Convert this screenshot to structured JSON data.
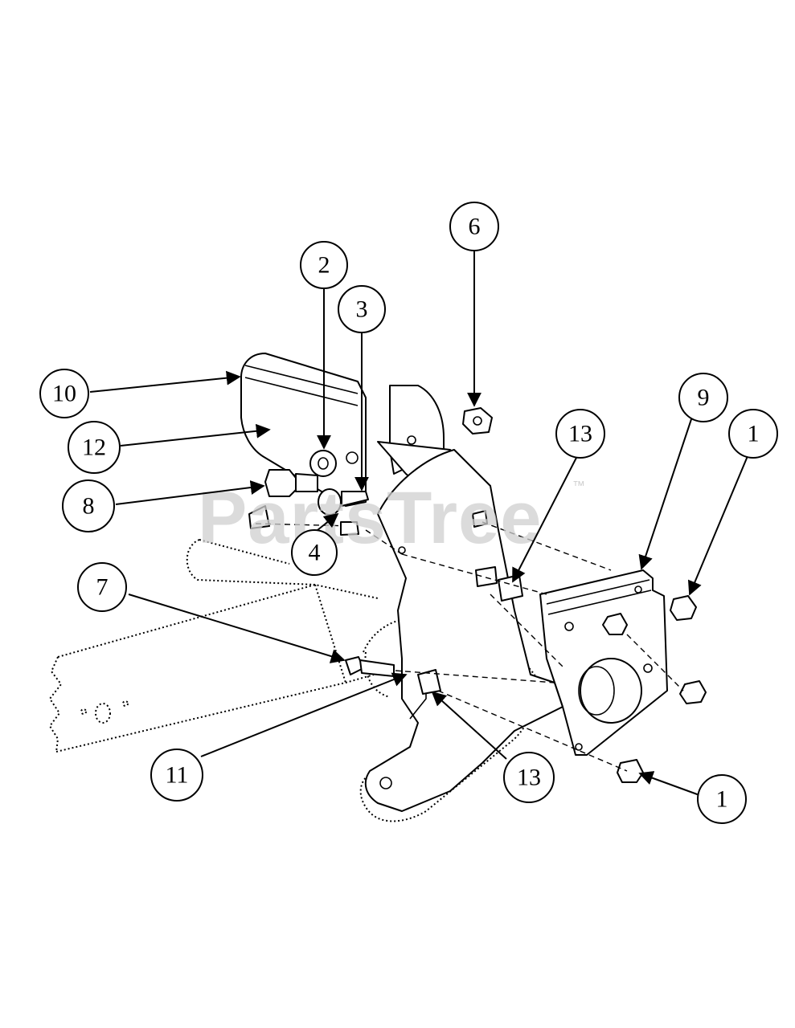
{
  "watermark": {
    "text": "PartsTree",
    "trademark": "™"
  },
  "callouts": [
    {
      "id": "c6",
      "label": "6"
    },
    {
      "id": "c2",
      "label": "2"
    },
    {
      "id": "c3",
      "label": "3"
    },
    {
      "id": "c10",
      "label": "10"
    },
    {
      "id": "c12",
      "label": "12"
    },
    {
      "id": "c8",
      "label": "8"
    },
    {
      "id": "c4",
      "label": "4"
    },
    {
      "id": "c7",
      "label": "7"
    },
    {
      "id": "c13a",
      "label": "13"
    },
    {
      "id": "c9",
      "label": "9"
    },
    {
      "id": "c1a",
      "label": "1"
    },
    {
      "id": "c11",
      "label": "11"
    },
    {
      "id": "c13b",
      "label": "13"
    },
    {
      "id": "c1b",
      "label": "1"
    }
  ]
}
